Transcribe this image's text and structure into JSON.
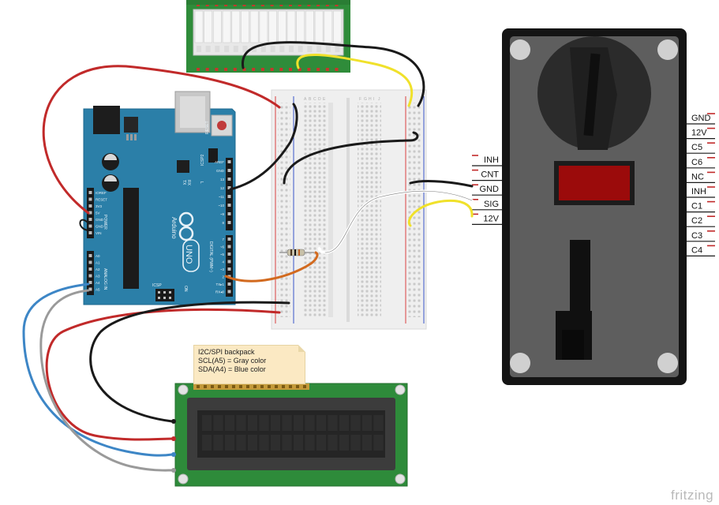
{
  "arduino": {
    "model_label": "UNO",
    "brand_label": "Arduino",
    "reset_label": "RESET",
    "icsp_label": "ICSP",
    "icsp2_label": "ICSP2",
    "on_label": "ON",
    "tx_label": "TX",
    "rx_label": "RX",
    "l_label": "L",
    "power_header": [
      "IOREF",
      "RESET",
      "3V3",
      "5V",
      "GND",
      "GND",
      "VIN"
    ],
    "analog_header": [
      "A0",
      "A1",
      "A2",
      "A3",
      "A4",
      "A5"
    ],
    "digital_header": [
      "AREF",
      "GND",
      "13",
      "12",
      "~11",
      "~10",
      "~9",
      "8",
      "7",
      "~6",
      "~5",
      "4",
      "~3",
      "2",
      "TX▸1",
      "RX◂0"
    ],
    "power_group_label": "POWER",
    "analog_group_label": "ANALOG IN",
    "digital_group_label": "DIGITAL (PWM~)"
  },
  "coin_acceptor": {
    "pins": [
      "GND",
      "12V",
      "C5",
      "C6",
      "NC",
      "INH",
      "C1",
      "C2",
      "C3",
      "C4"
    ],
    "wired_pins": [
      "INH",
      "CNT",
      "GND",
      "SIG",
      "12V"
    ]
  },
  "note": {
    "lines": [
      "I2C/SPI backpack",
      "SCL(A5) = Gray color",
      "SDA(A4) = Blue color"
    ]
  },
  "breadboard": {
    "column_letters_left": [
      "A",
      "B",
      "C",
      "D",
      "E"
    ],
    "column_letters_right": [
      "F",
      "G",
      "H",
      "I",
      "J"
    ]
  },
  "brand": "fritzing",
  "colors": {
    "arduino_board": "#2b7fa8",
    "wire_red": "#c12a2a",
    "wire_black": "#1a1a1a",
    "wire_yellow": "#f0e12b",
    "wire_white": "#ffffff",
    "wire_blue": "#3d86c6",
    "wire_gray": "#9a9a9a",
    "wire_orange": "#d26a1f",
    "lcd_pcb": "#2e8b3a",
    "coin_body": "#5e5e5e",
    "coin_window": "#9b0b0b"
  }
}
